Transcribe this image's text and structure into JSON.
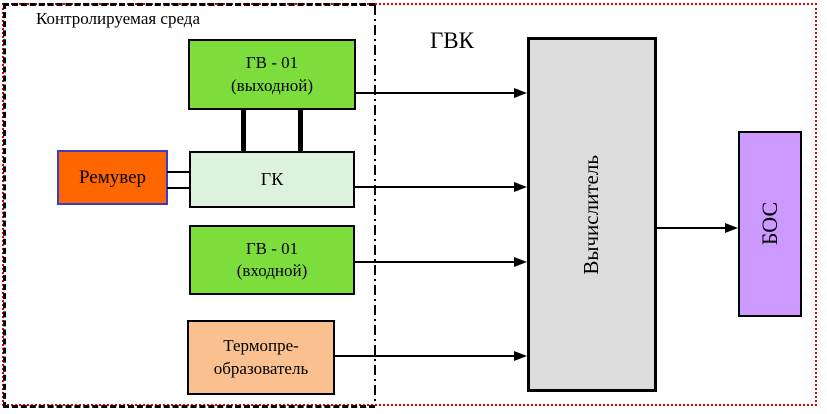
{
  "diagram": {
    "area_label": "Контролируемая среда",
    "zone_label": "ГВК",
    "boxes": {
      "gv_out": {
        "line1": "ГВ - 01",
        "line2": "(выходной)"
      },
      "gk": {
        "label": "ГК"
      },
      "remover": {
        "label": "Ремувер"
      },
      "gv_in": {
        "line1": "ГВ - 01",
        "line2": "(входной)"
      },
      "thermo": {
        "line1": "Термопре-",
        "line2": "образователь"
      },
      "computer": {
        "label": "Вычислитель"
      },
      "bos": {
        "label": "БОС"
      }
    },
    "colors": {
      "bright-green": "#7ddd3c",
      "pale-green": "#ddf2dc",
      "orange": "#ff6600",
      "orange-border": "#3c3cc8",
      "peach": "#fac090",
      "gray": "#dcdcdc",
      "purple": "#cc99ff",
      "red-border": "#e00000",
      "line": "#000000"
    }
  }
}
